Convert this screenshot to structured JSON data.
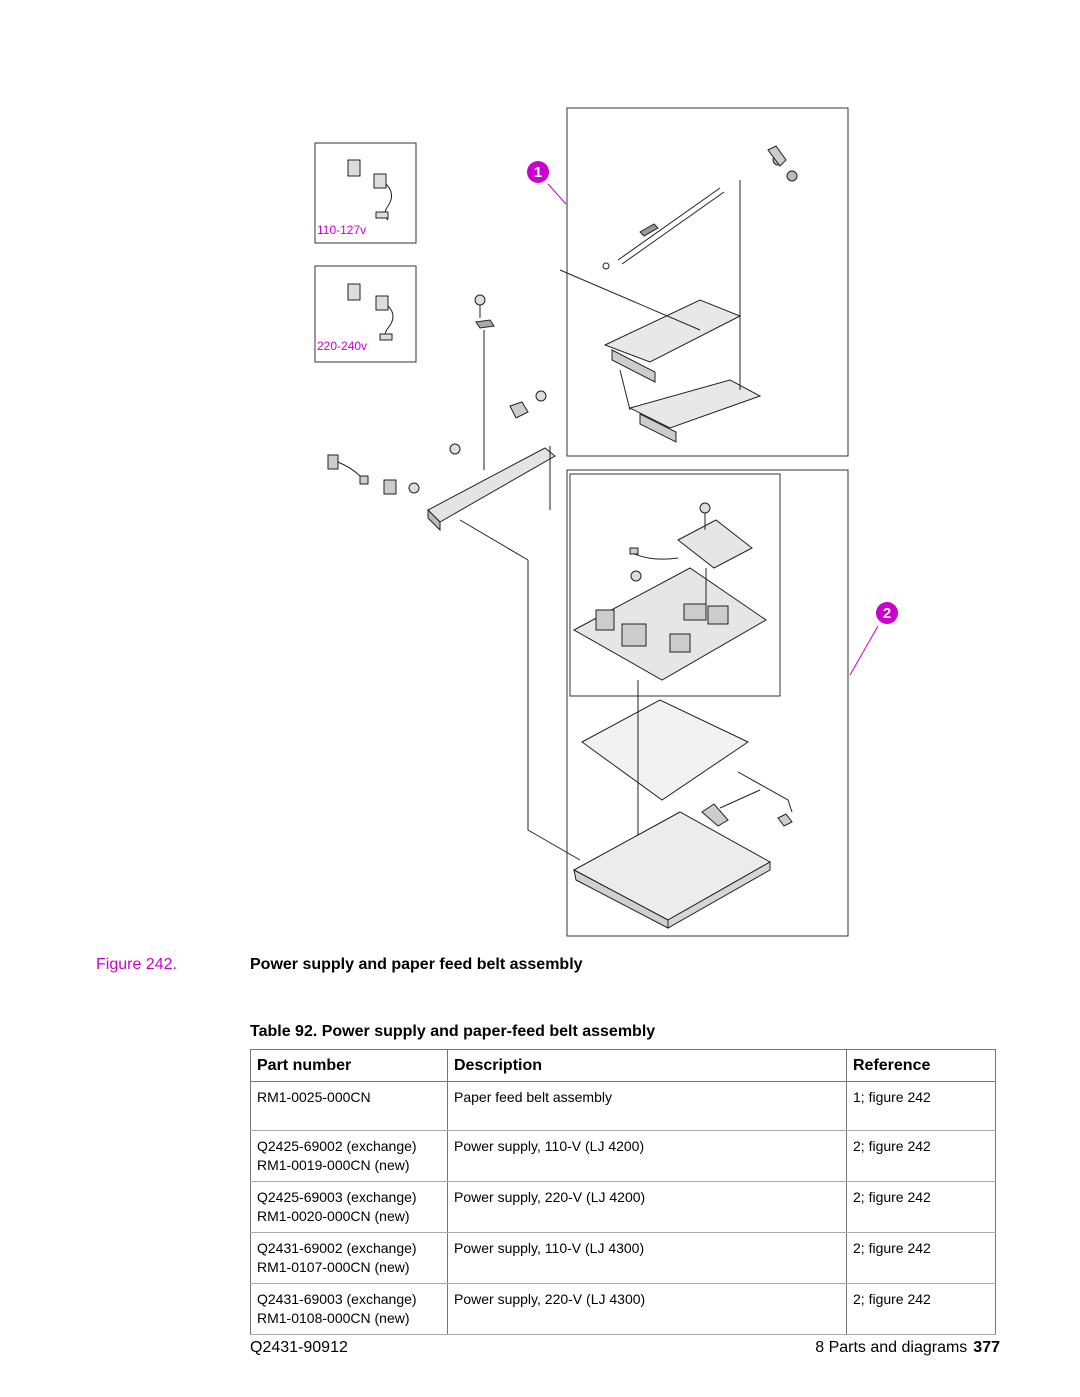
{
  "figure": {
    "label": "Figure 242.",
    "title": "Power supply and paper feed belt assembly",
    "callouts": [
      "1",
      "2"
    ],
    "inset_labels": [
      "110-127v",
      "220-240v"
    ],
    "accent_color": "#cc00cc"
  },
  "table": {
    "title": "Table 92. Power supply and paper-feed belt assembly",
    "headers": [
      "Part number",
      "Description",
      "Reference"
    ],
    "rows": [
      {
        "part": "RM1-0025-000CN",
        "part2": "",
        "description": "Paper feed belt assembly",
        "reference": "1; figure 242"
      },
      {
        "part": "Q2425-69002 (exchange)",
        "part2": "RM1-0019-000CN (new)",
        "description": "Power supply, 110-V (LJ 4200)",
        "reference": "2; figure 242"
      },
      {
        "part": "Q2425-69003 (exchange)",
        "part2": "RM1-0020-000CN (new)",
        "description": "Power supply, 220-V (LJ 4200)",
        "reference": "2; figure 242"
      },
      {
        "part": "Q2431-69002 (exchange)",
        "part2": "RM1-0107-000CN (new)",
        "description": "Power supply, 110-V (LJ 4300)",
        "reference": "2; figure 242"
      },
      {
        "part": "Q2431-69003 (exchange)",
        "part2": "RM1-0108-000CN (new)",
        "description": "Power supply, 220-V (LJ 4300)",
        "reference": "2; figure 242"
      }
    ]
  },
  "footer": {
    "doc_number": "Q2431-90912",
    "section": "8 Parts and diagrams",
    "page": "377"
  }
}
